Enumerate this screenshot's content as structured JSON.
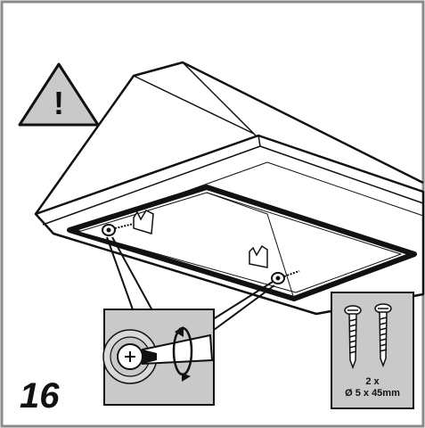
{
  "step": {
    "number": "16"
  },
  "warning": {
    "icon": "warning-triangle-icon",
    "symbol": "!"
  },
  "screw_info": {
    "quantity": "2 x",
    "size": "Ø 5 x 45mm"
  },
  "colors": {
    "panel_gray": "#c9c9c9",
    "line": "#111111",
    "frame": "#8a8a8a",
    "background": "#ffffff"
  }
}
